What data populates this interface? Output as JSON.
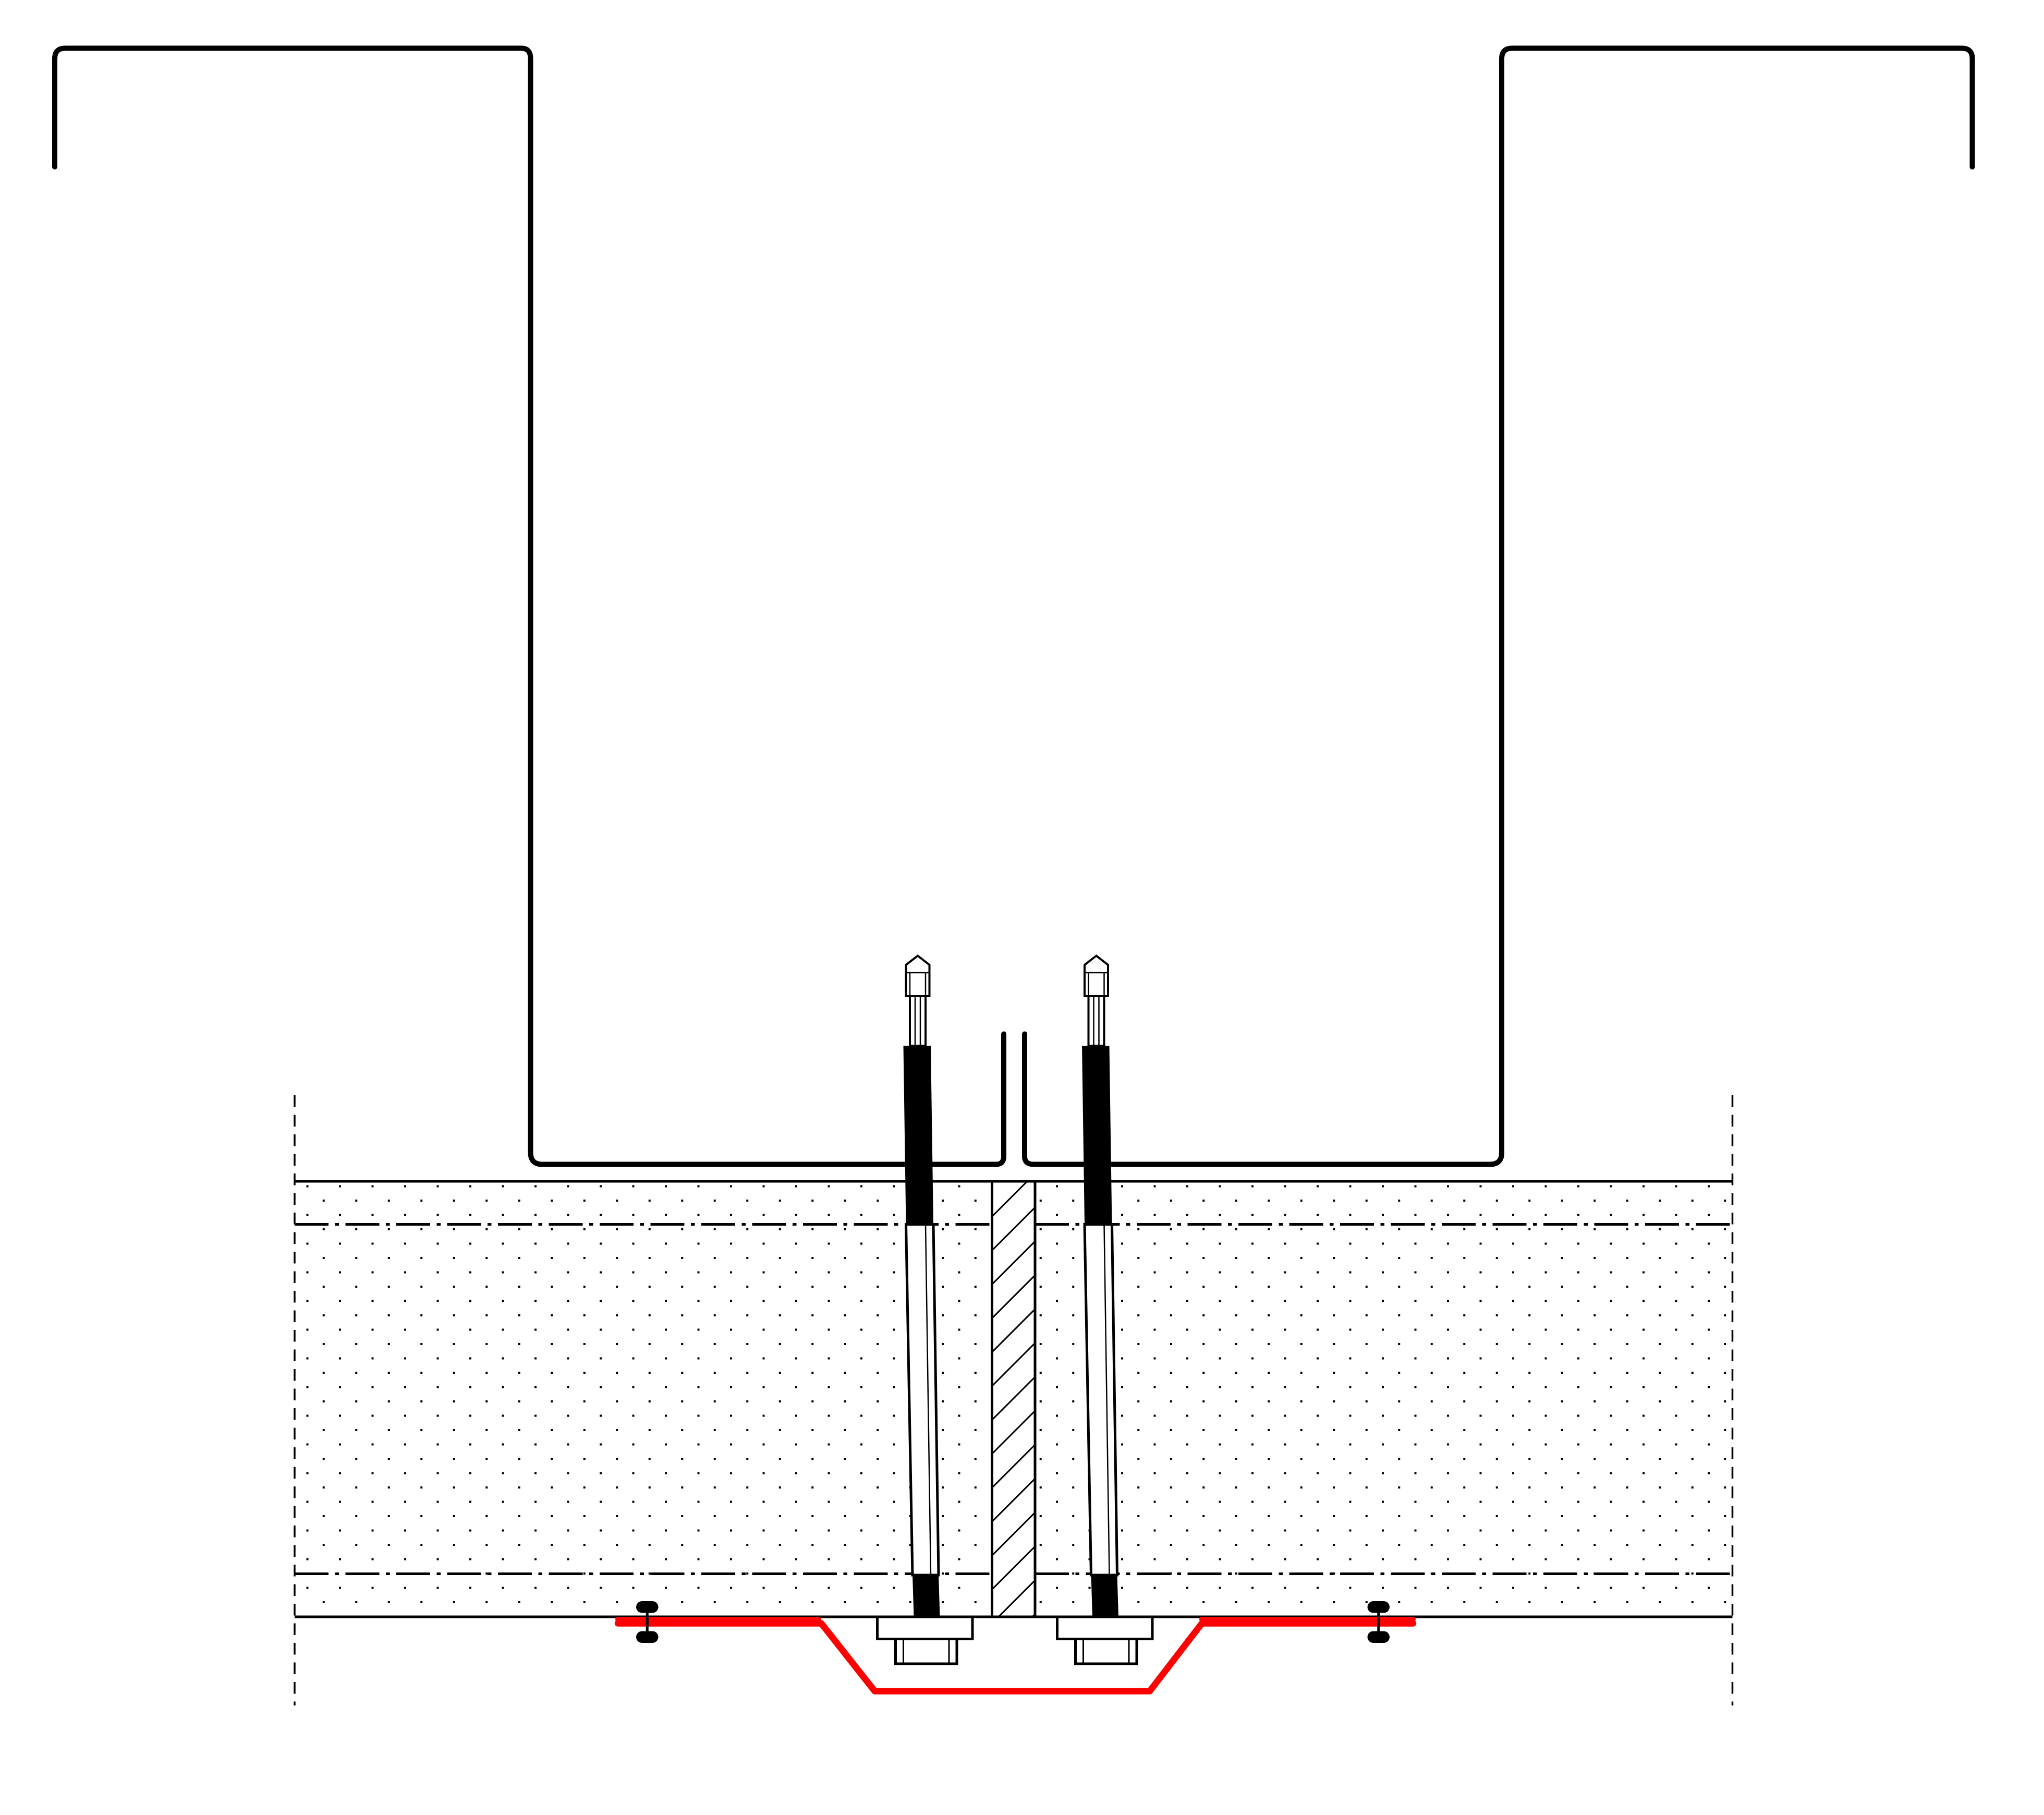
{
  "diagram": {
    "kind": "construction-section-detail",
    "labels": [],
    "colors": {
      "line": "#000000",
      "flashing": "#ff0000",
      "background": "#ffffff"
    },
    "parts": [
      "purlin-left",
      "purlin-right",
      "sandwich-panel-left",
      "sandwich-panel-right",
      "panel-joint-insert",
      "fastener-left",
      "fastener-right",
      "sealing-strip-left",
      "sealing-strip-right",
      "joint-flashing",
      "rivet-left",
      "rivet-right"
    ]
  }
}
